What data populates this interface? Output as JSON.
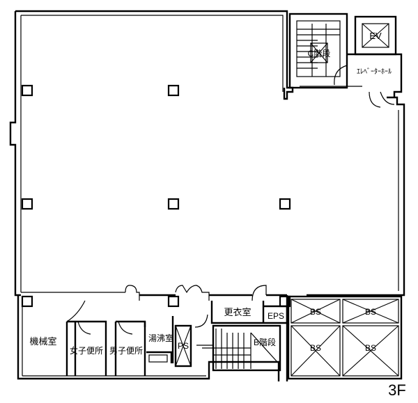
{
  "floor_label": "3F",
  "rooms": {
    "stair_upper": "C階段",
    "elevator": "EV",
    "elevator_hall": "ｴﾚﾍﾞｰﾀｰﾎｰﾙ",
    "locker_room": "更衣室",
    "eps": "EPS",
    "machine_room": "機械室",
    "womens_toilet": "女子便所",
    "mens_toilet": "男子便所",
    "kitchenette": "湯沸室",
    "ps": "PS",
    "stair_lower": "B階段",
    "bs_1": "BS",
    "bs_2": "BS",
    "bs_3": "BS",
    "bs_4": "BS"
  }
}
